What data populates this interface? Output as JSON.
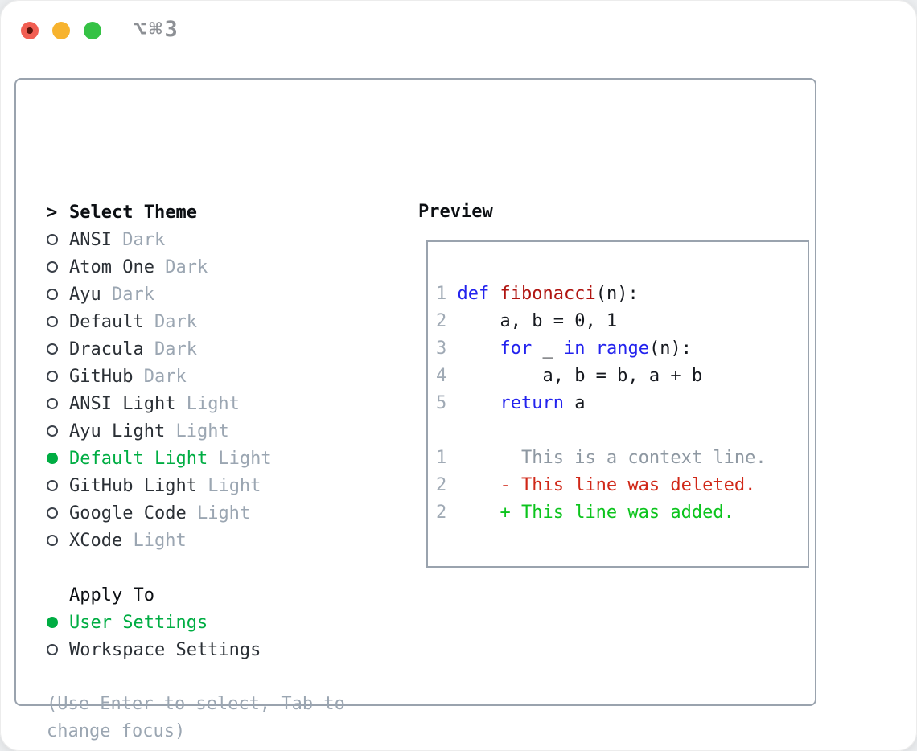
{
  "window": {
    "shortcut_label": "⌥⌘3"
  },
  "theme_select": {
    "prefix": ">",
    "header": "Select Theme",
    "options": [
      {
        "name": "ANSI",
        "variant": "Dark",
        "selected": false
      },
      {
        "name": "Atom One",
        "variant": "Dark",
        "selected": false
      },
      {
        "name": "Ayu",
        "variant": "Dark",
        "selected": false
      },
      {
        "name": "Default",
        "variant": "Dark",
        "selected": false
      },
      {
        "name": "Dracula",
        "variant": "Dark",
        "selected": false
      },
      {
        "name": "GitHub",
        "variant": "Dark",
        "selected": false
      },
      {
        "name": "ANSI Light",
        "variant": "Light",
        "selected": false
      },
      {
        "name": "Ayu Light",
        "variant": "Light",
        "selected": false
      },
      {
        "name": "Default Light",
        "variant": "Light",
        "selected": true
      },
      {
        "name": "GitHub Light",
        "variant": "Light",
        "selected": false
      },
      {
        "name": "Google Code",
        "variant": "Light",
        "selected": false
      },
      {
        "name": "XCode",
        "variant": "Light",
        "selected": false
      }
    ]
  },
  "apply_to": {
    "header": "Apply To",
    "options": [
      {
        "name": "User Settings",
        "selected": true
      },
      {
        "name": "Workspace Settings",
        "selected": false
      }
    ]
  },
  "hint": "(Use Enter to select, Tab to change focus)",
  "preview": {
    "header": "Preview",
    "code_lines": [
      {
        "num": "1",
        "segments": [
          [
            "def",
            "keyword"
          ],
          [
            " ",
            "plain"
          ],
          [
            "fibonacci",
            "function"
          ],
          [
            "(n):",
            "plain"
          ]
        ]
      },
      {
        "num": "2",
        "segments": [
          [
            "    a, b = 0, 1",
            "plain"
          ]
        ]
      },
      {
        "num": "3",
        "segments": [
          [
            "    ",
            "plain"
          ],
          [
            "for",
            "keyword"
          ],
          [
            " _ ",
            "plain"
          ],
          [
            "in",
            "keyword"
          ],
          [
            " ",
            "plain"
          ],
          [
            "range",
            "keyword"
          ],
          [
            "(n):",
            "plain"
          ]
        ]
      },
      {
        "num": "4",
        "segments": [
          [
            "        a, b = b, a + b",
            "plain"
          ]
        ]
      },
      {
        "num": "5",
        "segments": [
          [
            "    ",
            "plain"
          ],
          [
            "return",
            "keyword"
          ],
          [
            " a",
            "plain"
          ]
        ]
      }
    ],
    "diff_lines": [
      {
        "num": "1",
        "text": "      This is a context line.",
        "type": "context"
      },
      {
        "num": "2",
        "text": "    - This line was deleted.",
        "type": "deleted"
      },
      {
        "num": "2",
        "text": "    + This line was added.",
        "type": "added"
      }
    ]
  },
  "colors": {
    "accent_green": "#00ad43",
    "diff_added_green": "#0cc41d",
    "diff_deleted_red": "#d02818",
    "keyword_blue": "#2323ee",
    "function_red": "#b01511",
    "muted_gray": "#9ba6b2",
    "panel_border_gray": "#9aa3ae",
    "traffic_red": "#f15e52",
    "traffic_yellow": "#f7b32e",
    "traffic_green": "#35c245"
  }
}
